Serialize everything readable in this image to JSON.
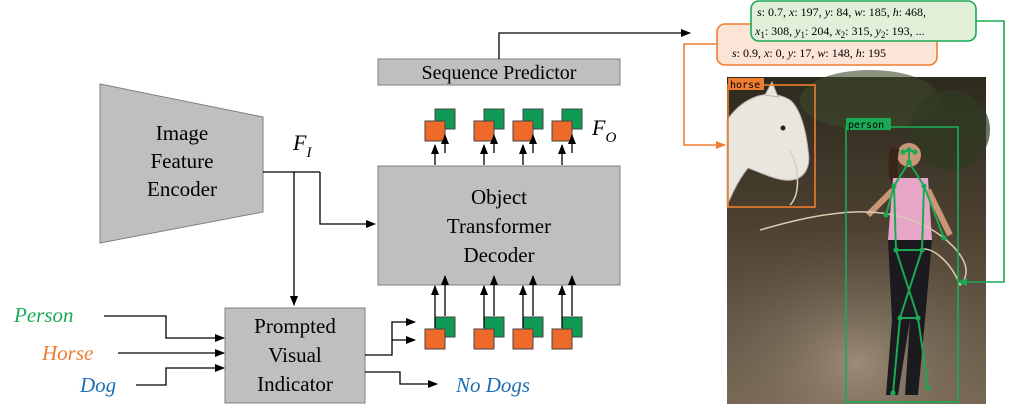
{
  "encoder": {
    "line1": "Image",
    "line2": "Feature",
    "line3": "Encoder"
  },
  "feature_label": {
    "main": "F",
    "sub": "I"
  },
  "sequence_predictor": {
    "label": "Sequence Predictor"
  },
  "object_decoder": {
    "line1": "Object",
    "line2": "Transformer",
    "line3": "Decoder"
  },
  "output_feature_label": {
    "main": "F",
    "sub": "O"
  },
  "prompt_indicator": {
    "line1": "Prompted",
    "line2": "Visual",
    "line3": "Indicator"
  },
  "prompts": {
    "person": "Person",
    "horse": "Horse",
    "dog": "Dog"
  },
  "no_dogs": "No Dogs",
  "outputs": {
    "person_seq_line1": [
      {
        "v": "s",
        "t": ": 0.7, "
      },
      {
        "v": "x",
        "t": ": 197, "
      },
      {
        "v": "y",
        "t": ": 84, "
      },
      {
        "v": "w",
        "t": ": 185, "
      },
      {
        "v": "h",
        "t": ": 468,"
      }
    ],
    "person_seq_line2": [
      {
        "v": "x",
        "s": "1",
        "t": ": 308, "
      },
      {
        "v": "y",
        "s": "1",
        "t": ": 204, "
      },
      {
        "v": "x",
        "s": "2",
        "t": ": 315, "
      },
      {
        "v": "y",
        "s": "2",
        "t": ": 193, ..."
      }
    ],
    "horse_seq": [
      {
        "v": "s",
        "t": ": 0.9, "
      },
      {
        "v": "x",
        "t": ": 0, "
      },
      {
        "v": "y",
        "t": ": 17, "
      },
      {
        "v": "w",
        "t": ": 148, "
      },
      {
        "v": "h",
        "t": ": 195"
      }
    ]
  },
  "image_labels": {
    "horse": "horse",
    "person": "person"
  },
  "colors": {
    "person": "#1aaa55",
    "horse": "#ee7d31",
    "dog": "#1f6fb5",
    "block_gray": "#bfbfbf",
    "token_orange": "#ee6a2a",
    "token_green": "#0f9b55"
  }
}
